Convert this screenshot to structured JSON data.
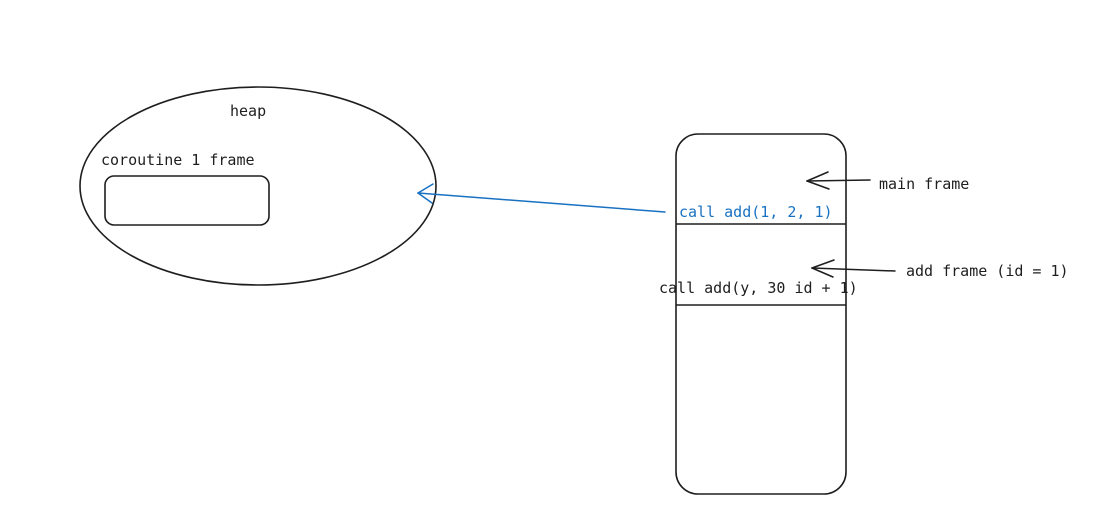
{
  "diagram": {
    "heap": {
      "label": "heap",
      "coroutine_label": "coroutine 1 frame"
    },
    "stack": {
      "call_main": "call add(1, 2, 1)",
      "call_add": "call add(y, 30 id + 1)"
    },
    "annotations": {
      "main_frame": "main frame",
      "add_frame": "add frame (id = 1)"
    },
    "colors": {
      "ink": "#1e1e1e",
      "accent": "#1971c2"
    }
  }
}
